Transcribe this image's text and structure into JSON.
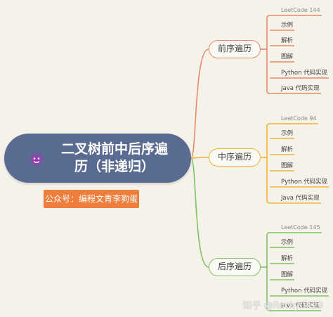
{
  "root": {
    "title": "二叉树前中后序遍\n历（非递归）",
    "icon": "devil-emoji-icon"
  },
  "tag": {
    "label": "公众号：编程文青李狗蛋"
  },
  "branches": [
    {
      "label": "前序遍历",
      "color": "#e88a6a",
      "leaves": [
        "LeetCode 144",
        "示例",
        "解析",
        "图解",
        "Python 代码实现",
        "Java 代码实现"
      ]
    },
    {
      "label": "中序遍历",
      "color": "#f2b33a",
      "leaves": [
        "LeetCode 94",
        "示例",
        "解析",
        "图解",
        "Python 代码实现",
        "Java 代码实现"
      ]
    },
    {
      "label": "后序遍历",
      "color": "#7ec163",
      "leaves": [
        "LeetCode 145",
        "示例",
        "解析",
        "图解",
        "Python 代码实现",
        "Java 代码实现"
      ]
    }
  ],
  "watermark": "知乎 @Rocky0429",
  "colors": {
    "root_bg": "#5a6b91",
    "tag_bg": "#ee7e3c",
    "background": "#f5f2ea"
  }
}
